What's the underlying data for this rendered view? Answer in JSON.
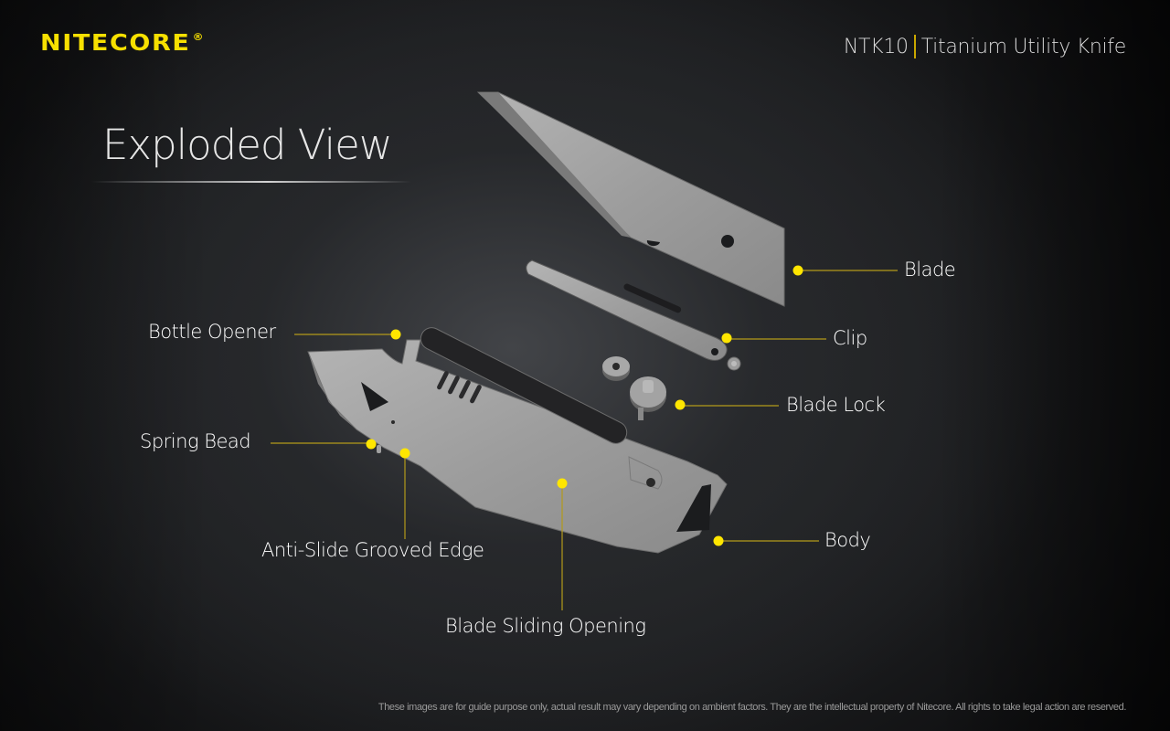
{
  "header": {
    "brand": "NITECORE",
    "brand_mark": "®",
    "model": "NTK10",
    "product_name": "Titanium Utility Knife"
  },
  "section_title": "Exploded View",
  "callouts": [
    {
      "id": "blade",
      "label": "Blade"
    },
    {
      "id": "clip",
      "label": "Clip"
    },
    {
      "id": "blade-lock",
      "label": "Blade Lock"
    },
    {
      "id": "bottle-opener",
      "label": "Bottle Opener"
    },
    {
      "id": "spring-bead",
      "label": "Spring Bead"
    },
    {
      "id": "anti-slide-grooved-edge",
      "label": "Anti-Slide Grooved Edge"
    },
    {
      "id": "body",
      "label": "Body"
    },
    {
      "id": "blade-sliding-opening",
      "label": "Blade Sliding Opening"
    }
  ],
  "colors": {
    "brand_yellow": "#f7e000",
    "callout_dot": "#ffe600",
    "callout_line": "#b39a1a",
    "separator": "#c9a700",
    "metal": "#9c9c9c",
    "background": "#1b1c1e"
  },
  "footer": {
    "disclaimer": "These images are for guide purpose only, actual result may vary depending on ambient factors. They are the intellectual property of Nitecore. All rights to take legal action are reserved."
  }
}
